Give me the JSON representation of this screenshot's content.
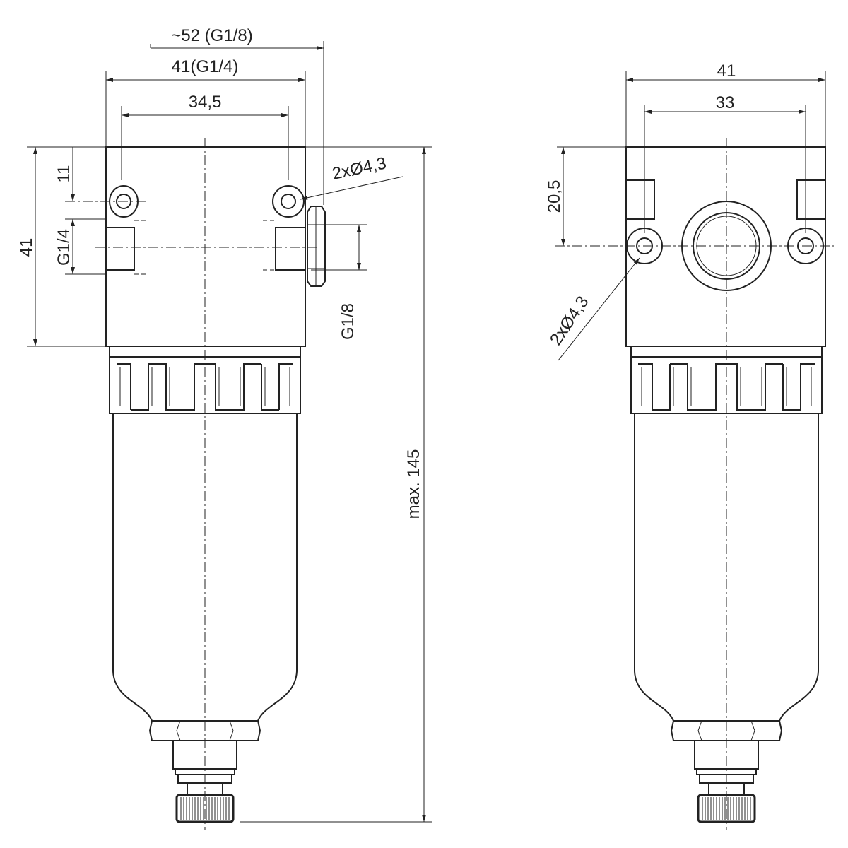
{
  "title": "Filter dimensional drawing",
  "front_view": {
    "dim_overall_g18": "~52 (G1/8)",
    "dim_overall_g14": "41(G1/4)",
    "dim_hole_spacing": "34,5",
    "dim_head_height": "41",
    "dim_hole_offset": "11",
    "port_left": "G1/4",
    "port_side": "G1/8",
    "mounting_holes": "2xØ4,3",
    "dim_total_height": "max. 145"
  },
  "side_view": {
    "dim_width": "41",
    "dim_hole_spacing": "33",
    "dim_port_height": "20,5",
    "mounting_holes": "2xØ4,3"
  }
}
